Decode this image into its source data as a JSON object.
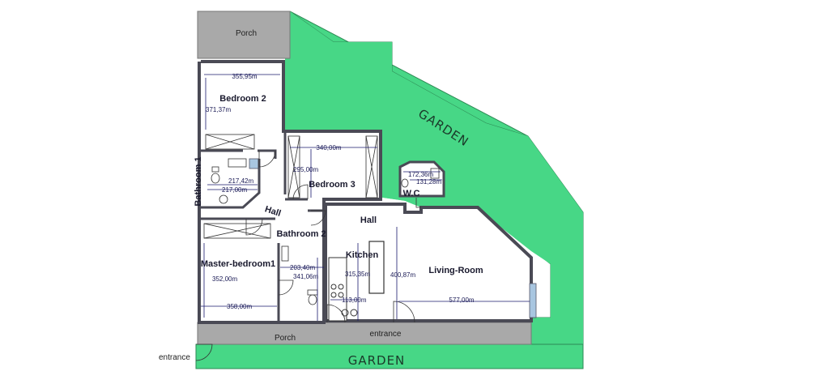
{
  "gardens": {
    "main": "GARDEN",
    "front": "GARDEN"
  },
  "porches": {
    "top": "Porch",
    "bottom": "Porch"
  },
  "entrances": {
    "left": "entrance",
    "center": "entrance"
  },
  "rooms": {
    "bedroom2": "Bedroom 2",
    "bathroom1": "Bathroom 1",
    "bedroom3": "Bedroom 3",
    "hall_left": "Hall",
    "hall_right": "Hall",
    "wc": "W.C",
    "bathroom2": "Bathroom 2",
    "kitchen": "Kitchen",
    "master_bedroom": "Master-bedroom1",
    "living_room": "Living-Room"
  },
  "dimensions": {
    "bedroom2_width": "355,95m",
    "bedroom2_height": "371,37m",
    "bedroom3_width": "340,00m",
    "bedroom3_height": "295,00m",
    "bathroom1_a": "217,42m",
    "bathroom1_b": "217,00m",
    "wc_a": "172,36m",
    "wc_b": "131,28m",
    "bathroom2_width": "203,40m",
    "bathroom2_height": "341,06m",
    "master_height": "352,00m",
    "master_width": "358,00m",
    "kitchen_height": "315,35m",
    "kitchen_width": "113,00m",
    "living_height": "400,87m",
    "living_width": "577,00m"
  },
  "colors": {
    "garden": "#47d786",
    "porch": "#a9a9a9",
    "wall": "#4a4a55",
    "glazing": "#a8c6e0"
  }
}
